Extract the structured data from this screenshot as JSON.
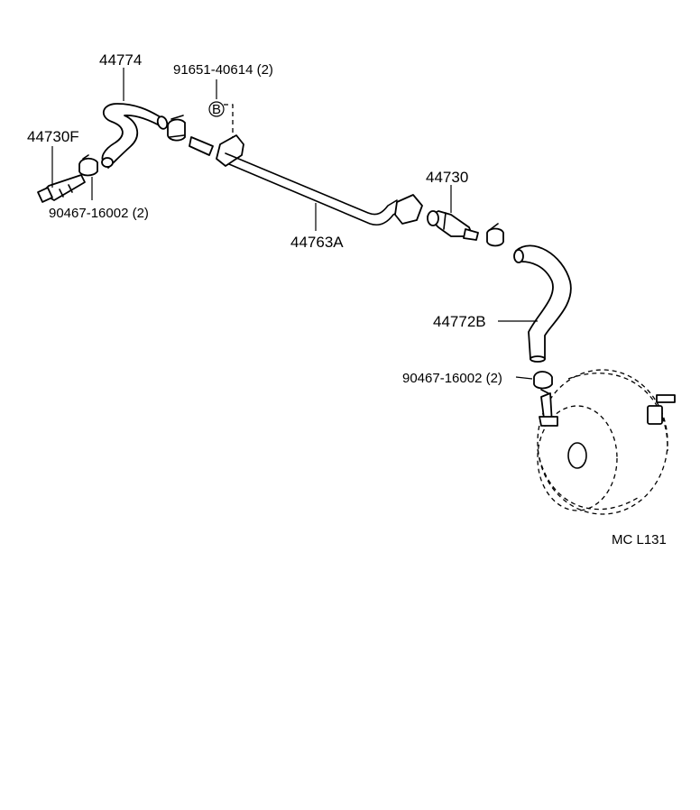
{
  "labels": {
    "hose_upper": "44774",
    "clip_part": "91651-40614 (2)",
    "clip_ref": "B",
    "check_valve_left": "44730F",
    "clamp_left": "90467-16002 (2)",
    "pipe": "44763A",
    "check_valve_right": "44730",
    "hose_lower": "44772B",
    "clamp_right": "90467-16002 (2)",
    "diagram_code": "MC  L131"
  }
}
